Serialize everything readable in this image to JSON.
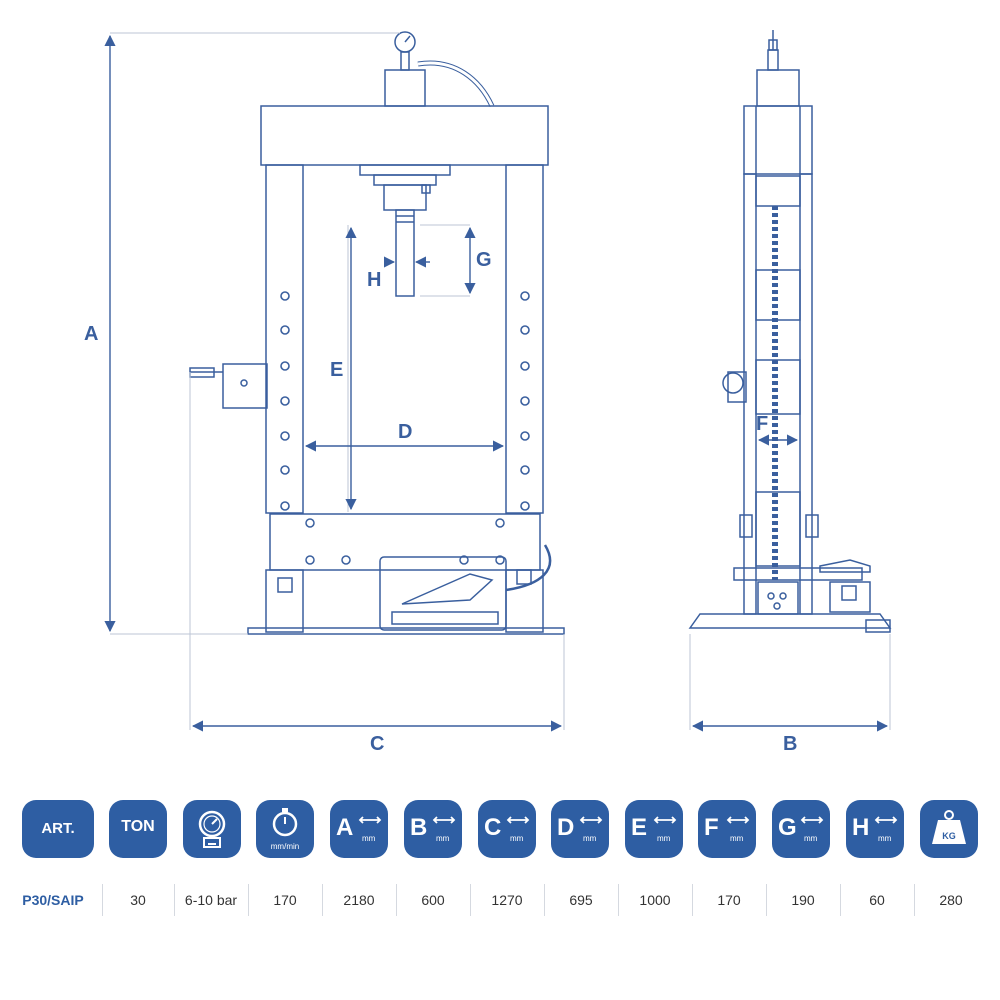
{
  "colors": {
    "brand": "#2e5ea3",
    "line": "#3a5f9e",
    "dim": "#bcc6d6",
    "text": "#333333"
  },
  "dimension_labels": {
    "A": "A",
    "B": "B",
    "C": "C",
    "D": "D",
    "E": "E",
    "F": "F",
    "G": "G",
    "H": "H"
  },
  "table": {
    "headers": {
      "art": "ART.",
      "ton": "TON",
      "pressure_icon": "pressure-gauge-icon",
      "speed_unit": "mm/min",
      "A": "A",
      "B": "B",
      "C": "C",
      "D": "D",
      "E": "E",
      "F": "F",
      "G": "G",
      "H": "H",
      "mm": "mm",
      "kg": "KG"
    },
    "row": {
      "art": "P30/SAIP",
      "ton": "30",
      "pressure": "6-10 bar",
      "speed": "170",
      "A": "2180",
      "B": "600",
      "C": "1270",
      "D": "695",
      "E": "1000",
      "F": "170",
      "G": "190",
      "H": "60",
      "weight": "280"
    }
  }
}
